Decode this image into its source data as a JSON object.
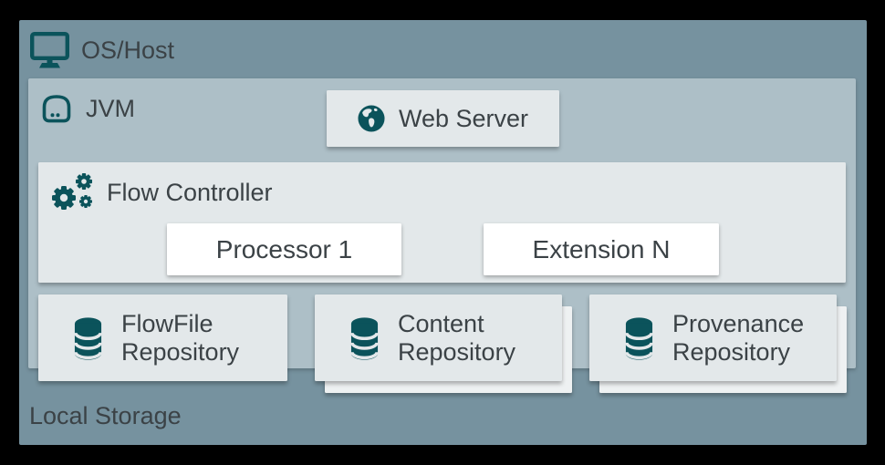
{
  "os_host": {
    "label": "OS/Host"
  },
  "jvm": {
    "label": "JVM"
  },
  "web_server": {
    "label": "Web Server"
  },
  "flow_controller": {
    "label": "Flow Controller",
    "processor": "Processor 1",
    "extension": "Extension N"
  },
  "repositories": {
    "flowfile": {
      "line1": "FlowFile",
      "line2": "Repository"
    },
    "content": {
      "line1": "Content",
      "line2": "Repository"
    },
    "provenance": {
      "line1": "Provenance",
      "line2": "Repository"
    }
  },
  "local_storage": {
    "label": "Local Storage"
  },
  "icons": {
    "os_host": "monitor-icon",
    "jvm": "drive-icon",
    "web_server": "globe-icon",
    "flow_controller": "gears-icon",
    "repositories": "database-icon"
  },
  "colors": {
    "frame": "#000000",
    "os_host_bg": "#76929F",
    "jvm_bg": "#ADBFC7",
    "card_bg": "#E3E8EA",
    "inner_box_bg": "#FFFFFF",
    "icon_teal": "#0B535B",
    "text": "#3B4246"
  }
}
